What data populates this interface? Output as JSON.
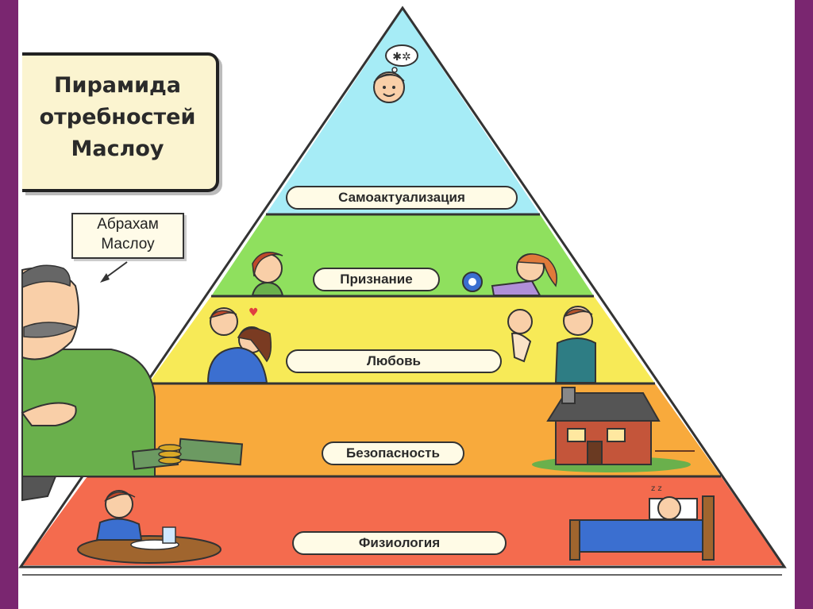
{
  "title": {
    "lines": [
      "Пирамида",
      "отребностей",
      "Маслоу"
    ]
  },
  "person_label": {
    "lines": [
      "Абрахам",
      "Маслоу"
    ]
  },
  "levels": [
    {
      "label": "Самоактуализация",
      "color": "#a6ecf6"
    },
    {
      "label": "Признание",
      "color": "#8fe05e"
    },
    {
      "label": "Любовь",
      "color": "#f7ea57"
    },
    {
      "label": "Безопасность",
      "color": "#f8aa3c"
    },
    {
      "label": "Физиология",
      "color": "#f46b4e"
    }
  ],
  "colors": {
    "frame": "#7a2670",
    "outline": "#333333",
    "title_bg": "#fbf4d0"
  },
  "icons": [
    "thought-bubble-icon",
    "boy-face-icon",
    "grandfather-icon",
    "couple-icon",
    "child-award-icon",
    "hug-icon",
    "father-baby-icon",
    "money-icon",
    "house-icon",
    "child-eating-icon",
    "sleeping-bed-icon"
  ]
}
